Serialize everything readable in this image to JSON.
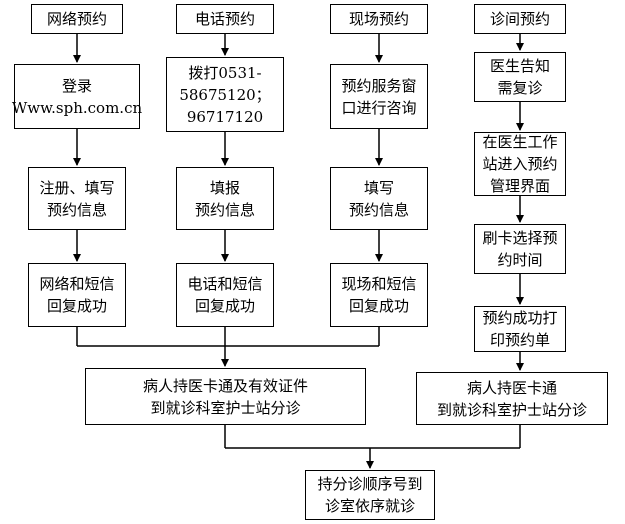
{
  "columns": {
    "online": {
      "title": "网络预约",
      "step1": "登录\nWww.sph.com.cn",
      "step2": "注册、填写\n预约信息",
      "step3": "网络和短信\n回复成功"
    },
    "phone": {
      "title": "电话预约",
      "step1": "拨打0531-\n58675120；\n96717120",
      "step2": "填报\n预约信息",
      "step3": "电话和短信\n回复成功"
    },
    "onsite": {
      "title": "现场预约",
      "step1": "预约服务窗\n口进行咨询",
      "step2": "填写\n预约信息",
      "step3": "现场和短信\n回复成功"
    },
    "clinic": {
      "title": "诊间预约",
      "step1": "医生告知\n需复诊",
      "step2": "在医生工作\n站进入预约\n管理界面",
      "step3": "刷卡选择预\n约时间",
      "step4": "预约成功打\n印预约单"
    }
  },
  "merge_left": "病人持医卡通及有效证件\n到就诊科室护士站分诊",
  "merge_right": "病人持医卡通\n到就诊科室护士站分诊",
  "final": "持分诊顺序号到\n诊室依序就诊"
}
